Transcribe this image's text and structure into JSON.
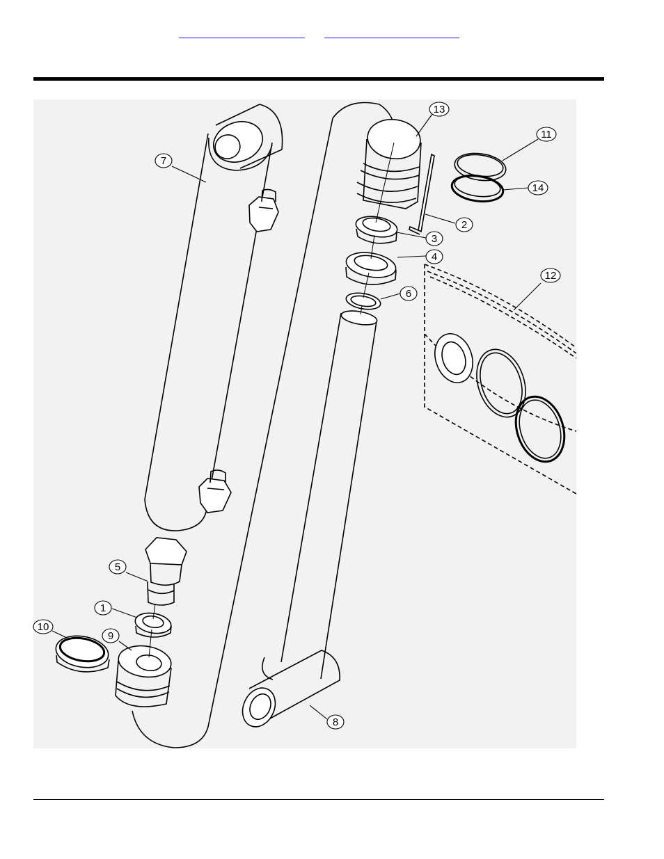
{
  "header": {
    "links": [
      {
        "label": ""
      },
      {
        "label": ""
      }
    ]
  },
  "diagram": {
    "callouts": [
      "1",
      "2",
      "3",
      "4",
      "5",
      "6",
      "7",
      "8",
      "9",
      "10",
      "11",
      "12",
      "13",
      "14"
    ]
  }
}
